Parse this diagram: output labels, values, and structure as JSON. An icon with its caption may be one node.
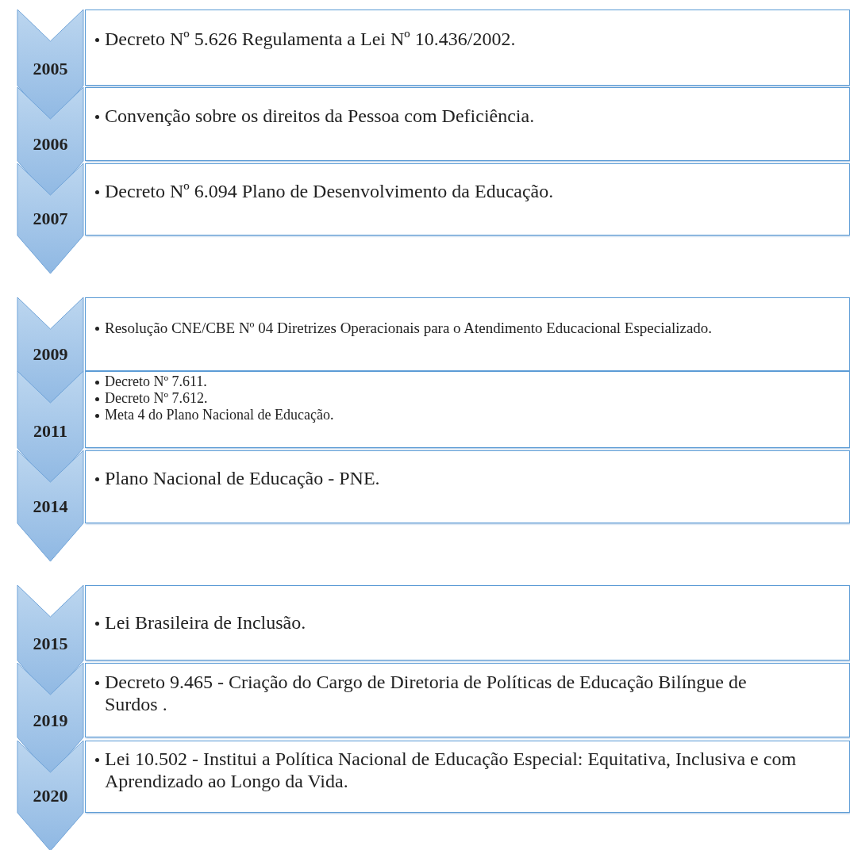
{
  "diagram": {
    "nodes": [
      {
        "text": [
          "2005"
        ]
      },
      {
        "text": [
          "Decreto Nº 5.626 Regulamenta a Lei Nº 10.436/2002."
        ]
      },
      {
        "text": [
          "2006"
        ]
      },
      {
        "text": [
          "Convenção sobre os direitos da Pessoa com Deficiência."
        ]
      },
      {
        "text": [
          "2007"
        ]
      },
      {
        "text": [
          "Decreto Nº 6.094 Plano de Desenvolvimento da Educação."
        ]
      },
      {
        "text": [
          "2009"
        ]
      },
      {
        "text": [
          "Resolução CNE/CBE Nº 04 Diretrizes Operacionais para o Atendimento Educacional Especializado."
        ]
      },
      {
        "text": [
          "2011"
        ]
      },
      {
        "text": [
          "Decreto Nº 7.611.",
          "Decreto Nº 7.612.",
          "Meta 4 do Plano Nacional de Educação."
        ]
      },
      {
        "text": [
          "2014"
        ]
      },
      {
        "text": [
          "Plano Nacional de Educação - PNE."
        ]
      },
      {
        "text": [
          "2015"
        ]
      },
      {
        "text": [
          "Lei Brasileira de Inclusão."
        ]
      },
      {
        "text": [
          "2019"
        ]
      },
      {
        "text": [
          "Decreto 9.465 - Criação do Cargo  de Diretoria de Políticas de Educação Bilíngue de Surdos ."
        ]
      },
      {
        "text": [
          "2020"
        ]
      },
      {
        "text": [
          "Lei 10.502 - Institui a Política Nacional de Educação Especial: Equitativa, Inclusiva e com Aprendizado ao Longo da Vida."
        ]
      }
    ]
  }
}
